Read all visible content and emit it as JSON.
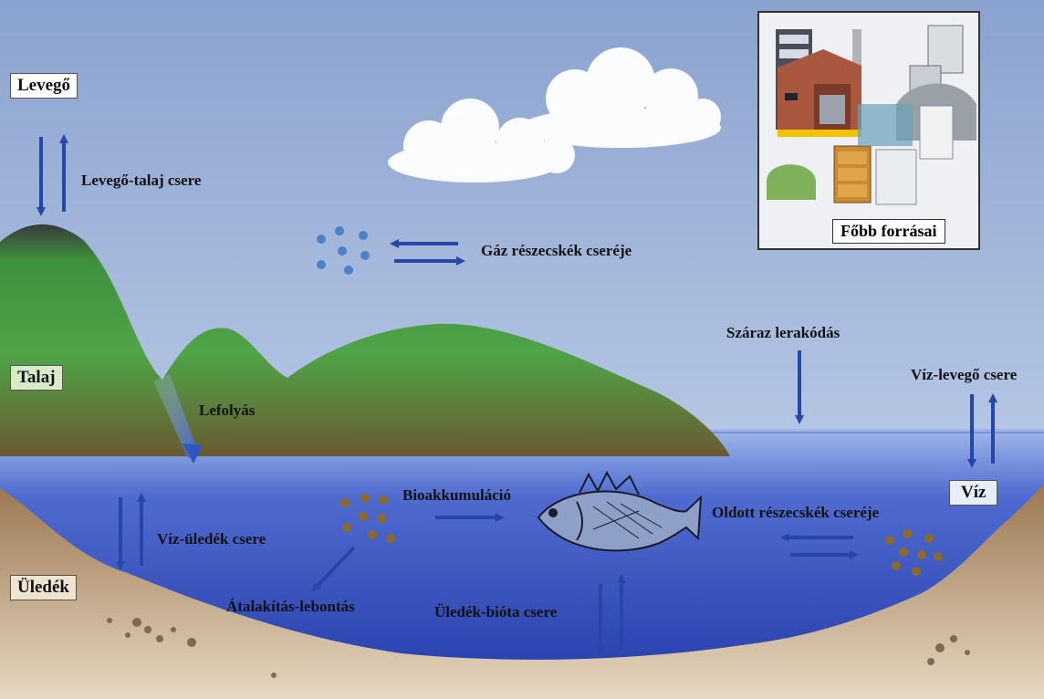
{
  "zones": {
    "air": "Levegő",
    "soil": "Talaj",
    "sediment": "Üledék",
    "water": "Víz"
  },
  "processes": {
    "air_soil": "Levegő-talaj csere",
    "gas_particle": "Gáz részecskék cseréje",
    "dry_deposition": "Száraz lerakódás",
    "water_air": "Víz-levegő csere",
    "runoff": "Lefolyás",
    "bioaccumulation": "Bioakkumuláció",
    "dissolved_particle": "Oldott részecskék cseréje",
    "water_sediment": "Víz-üledék csere",
    "transformation": "Átalakítás-lebontás",
    "sediment_biota": "Üledék-bióta csere"
  },
  "sources": {
    "title": "Főbb forrásai"
  },
  "colors": {
    "sky_top": "#8aa2cf",
    "sky_bottom": "#c8d6ee",
    "water": "#3b52b8",
    "hill_green": "#3c9a3c",
    "sediment": "#b38a62",
    "arrow": "#2548a8"
  }
}
